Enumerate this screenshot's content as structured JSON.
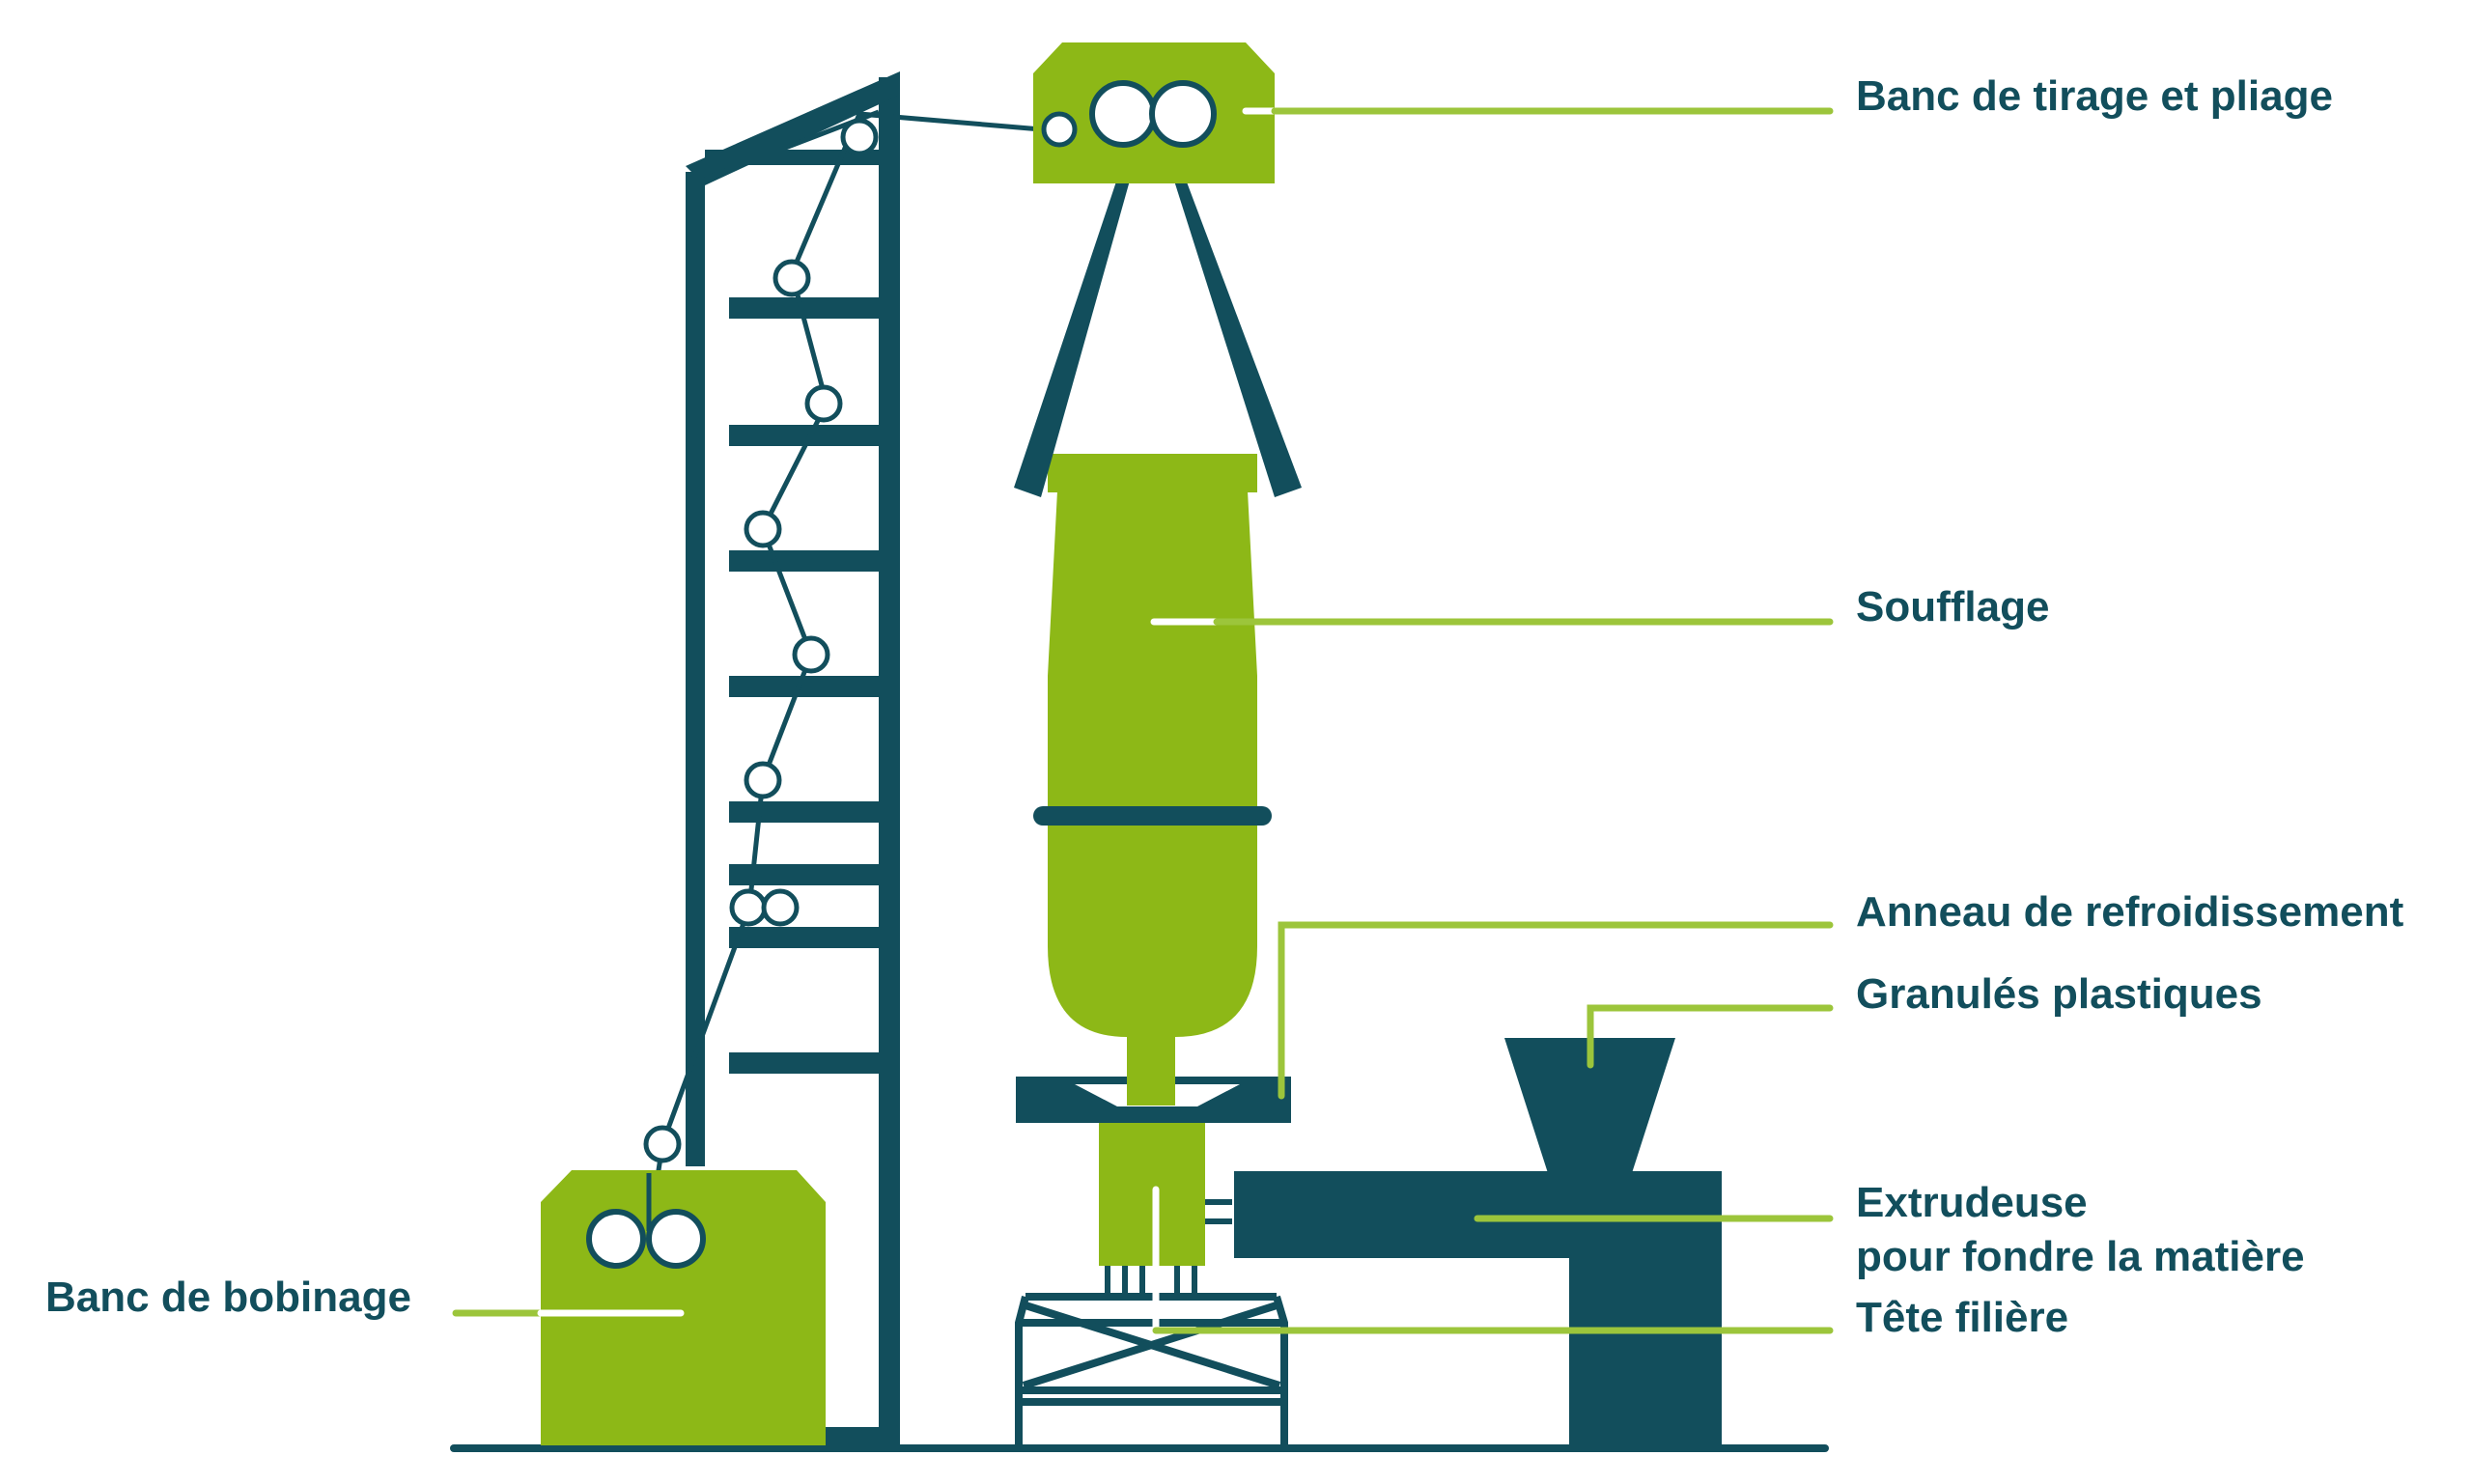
{
  "labels": {
    "tirage": "Banc de tirage et pliage",
    "soufflage": "Soufflage",
    "anneau": "Anneau de refroidissement",
    "granules": "Granulés plastiques",
    "extrudeuse_line1": "Extrudeuse",
    "extrudeuse_line2": "pour fondre la matière",
    "tete": "Tête filière",
    "bobinage": "Banc de bobinage"
  },
  "colors": {
    "dark_teal": "#124e5c",
    "green": "#8db817",
    "leader_line": "#9cc53b",
    "background": "#ffffff"
  }
}
